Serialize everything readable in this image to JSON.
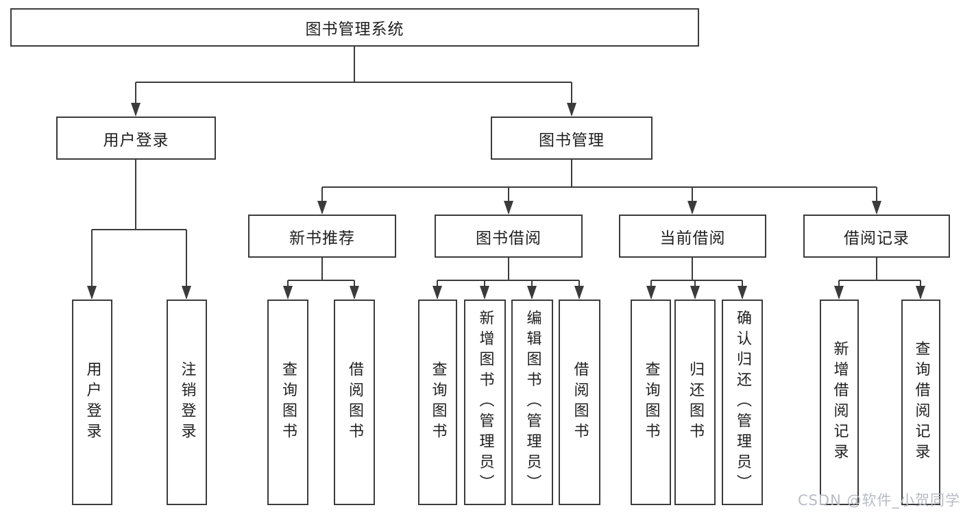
{
  "page": {
    "watermark": "CSDN @软件_小贺同学"
  },
  "colors": {
    "line": "#3b3b3b",
    "box_border": "#3b3b3b",
    "text": "#1f1f1f",
    "background": "#ffffff",
    "watermark": "#b7bcc3"
  },
  "diagram": {
    "root": {
      "label": "图书管理系统"
    },
    "level2": [
      {
        "label": "用户登录"
      },
      {
        "label": "图书管理"
      }
    ],
    "level3": [
      {
        "label": "新书推荐"
      },
      {
        "label": "图书借阅"
      },
      {
        "label": "当前借阅"
      },
      {
        "label": "借阅记录"
      }
    ],
    "leaves": {
      "user_login": [
        {
          "label": "用户登录"
        },
        {
          "label": "注销登录"
        }
      ],
      "new_book_recommend": [
        {
          "label": "查询图书"
        },
        {
          "label": "借阅图书"
        }
      ],
      "book_borrow": [
        {
          "label": "查询图书"
        },
        {
          "label": "新增图书（管理员）"
        },
        {
          "label": "编辑图书（管理员）"
        },
        {
          "label": "借阅图书"
        }
      ],
      "current_borrow": [
        {
          "label": "查询图书"
        },
        {
          "label": "归还图书"
        },
        {
          "label": "确认归还（管理员）"
        }
      ],
      "borrow_records": [
        {
          "label": "新增借阅记录"
        },
        {
          "label": "查询借阅记录"
        }
      ]
    }
  }
}
